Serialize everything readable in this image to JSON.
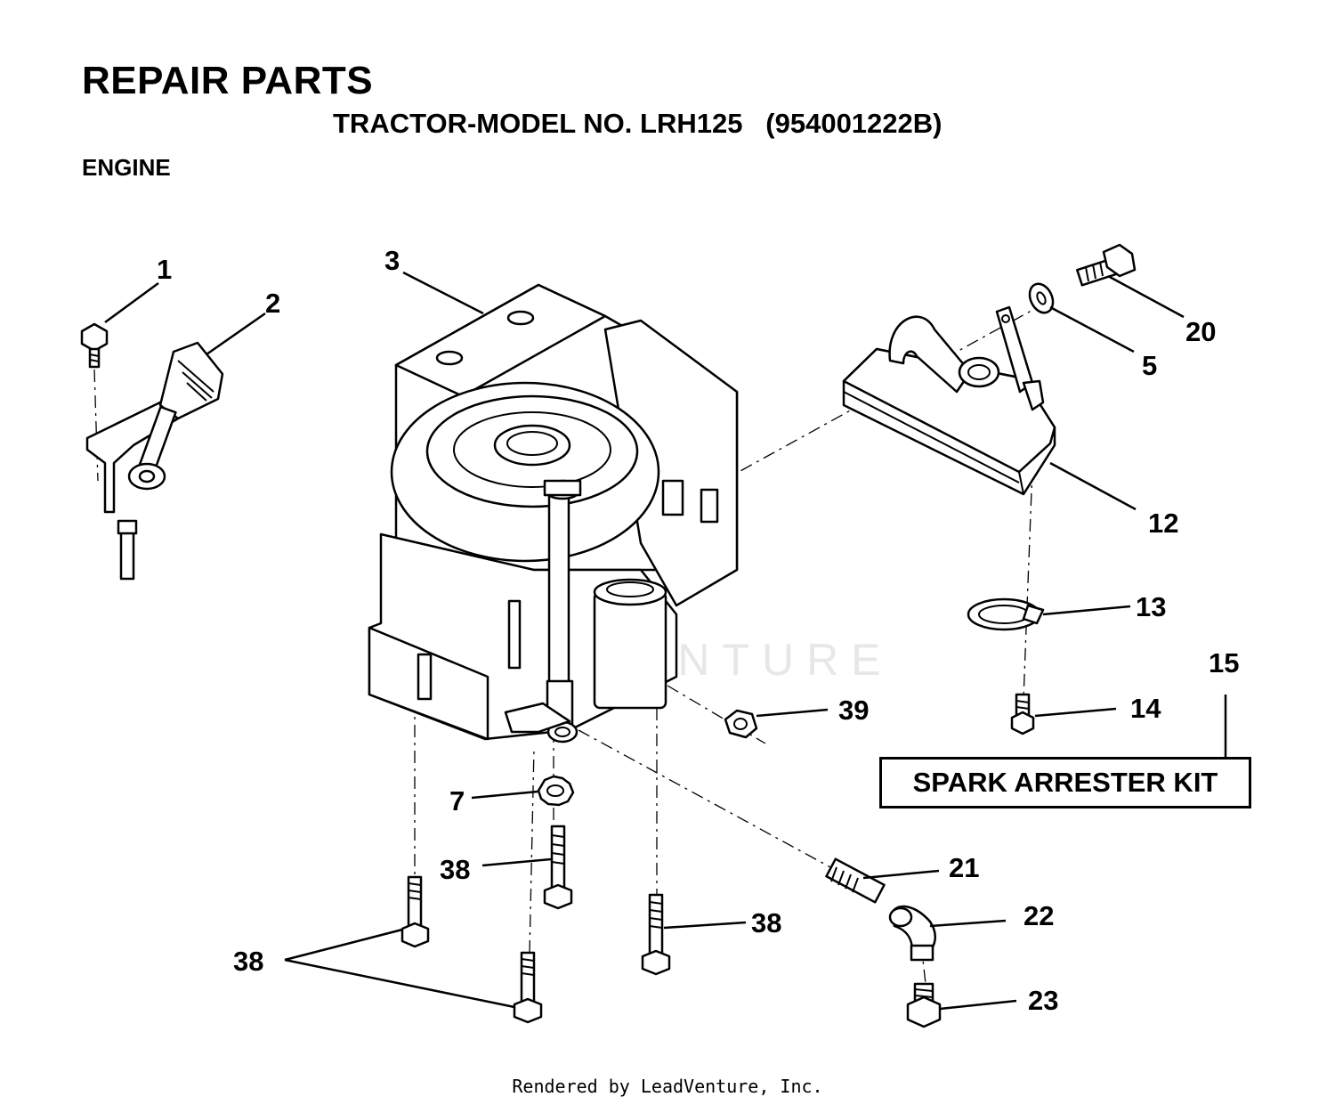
{
  "header": {
    "title": "REPAIR PARTS",
    "subtitle": "TRACTOR-MODEL NO. LRH125   (954001222B)",
    "section": "ENGINE"
  },
  "callouts": {
    "p1": "1",
    "p2": "2",
    "p3": "3",
    "p5": "5",
    "p7": "7",
    "p12": "12",
    "p13": "13",
    "p14": "14",
    "p15": "15",
    "p20": "20",
    "p21": "21",
    "p22": "22",
    "p23": "23",
    "p38a": "38",
    "p38b": "38",
    "p38c": "38",
    "p39": "39"
  },
  "kit_label": "SPARK ARRESTER KIT",
  "watermark": "LEADVENTURE",
  "footer": "Rendered by LeadVenture, Inc."
}
